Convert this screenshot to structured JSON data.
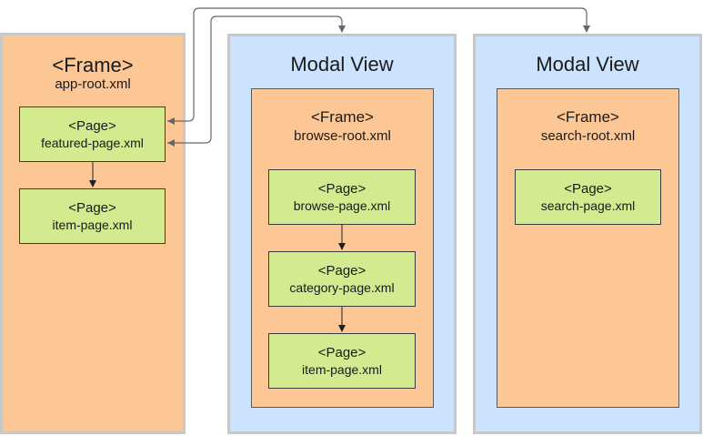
{
  "app_root": {
    "title": "<Frame>",
    "file": "app-root.xml",
    "pages": [
      {
        "tag": "<Page>",
        "file": "featured-page.xml"
      },
      {
        "tag": "<Page>",
        "file": "item-page.xml"
      }
    ]
  },
  "browse_modal": {
    "title": "Modal View",
    "frame": {
      "title": "<Frame>",
      "file": "browse-root.xml",
      "pages": [
        {
          "tag": "<Page>",
          "file": "browse-page.xml"
        },
        {
          "tag": "<Page>",
          "file": "category-page.xml"
        },
        {
          "tag": "<Page>",
          "file": "item-page.xml"
        }
      ]
    }
  },
  "search_modal": {
    "title": "Modal View",
    "frame": {
      "title": "<Frame>",
      "file": "search-root.xml",
      "pages": [
        {
          "tag": "<Page>",
          "file": "search-page.xml"
        }
      ]
    }
  },
  "colors": {
    "frame_fill": "#fcc794",
    "modal_fill": "#cbe3fc",
    "page_fill": "#d3eb8e",
    "outer_border": "#c8c8c8",
    "connector": "#666666",
    "arrow": "#222222"
  }
}
